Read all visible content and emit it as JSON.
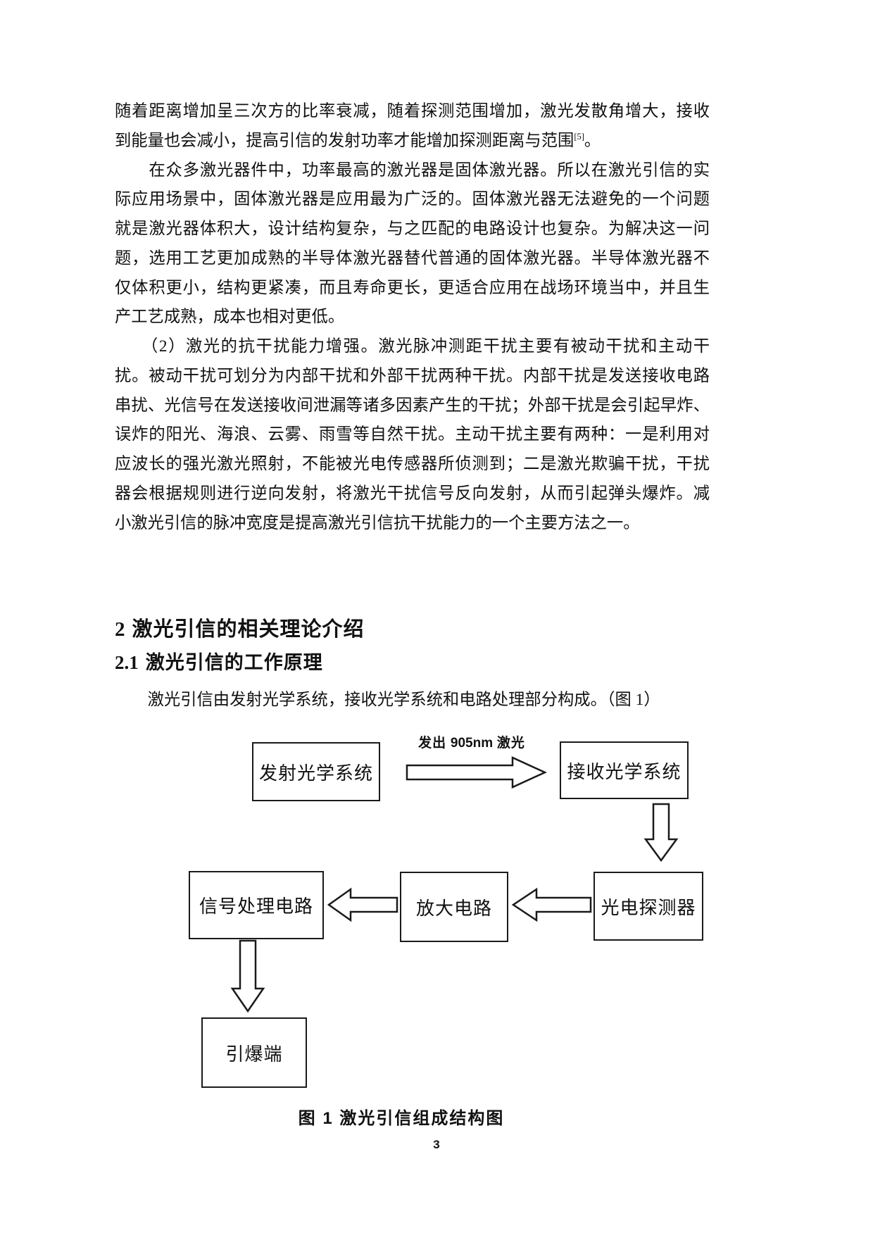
{
  "document": {
    "body": {
      "para1": {
        "line1": "随着距离增加呈三次方的比率衰减，随着探测范围增加，激光发散角增大，接收",
        "line2_before": "到能量也会减小，提高引信的发射功率才能增加探测距离与范围",
        "citation": "[5]",
        "line2_after": "。"
      },
      "para2": {
        "lines": [
          "　　在众多激光器件中，功率最高的激光器是固体激光器。所以在激光引信的实",
          "际应用场景中，固体激光器是应用最为广泛的。固体激光器无法避免的一个问题",
          "就是激光器体积大，设计结构复杂，与之匹配的电路设计也复杂。为解决这一问",
          "题，选用工艺更加成熟的半导体激光器替代普通的固体激光器。半导体激光器不",
          "仅体积更小，结构更紧凑，而且寿命更长，更适合应用在战场环境当中，并且生",
          "产工艺成熟，成本也相对更低。"
        ]
      },
      "para3": {
        "lines": [
          "　　（2）激光的抗干扰能力增强。激光脉冲测距干扰主要有被动干扰和主动干",
          "扰。被动干扰可划分为内部干扰和外部干扰两种干扰。内部干扰是发送接收电路",
          "串扰、光信号在发送接收间泄漏等诸多因素产生的干扰；外部干扰是会引起早炸、",
          "误炸的阳光、海浪、云雾、雨雪等自然干扰。主动干扰主要有两种：一是利用对",
          "应波长的强光激光照射，不能被光电传感器所侦测到；二是激光欺骗干扰，干扰",
          "器会根据规则进行逆向发射，将激光干扰信号反向发射，从而引起弹头爆炸。减",
          "小激光引信的脉冲宽度是提高激光引信抗干扰能力的一个主要方法之一。"
        ]
      },
      "heading1": {
        "num": "2",
        "text": "激光引信的相关理论介绍"
      },
      "heading2": {
        "num": "2.1",
        "text": "激光引信的工作原理"
      },
      "para4": "　　激光引信由发射光学系统，接收光学系统和电路处理部分构成。（图 1）"
    },
    "figure": {
      "boxes": {
        "transmit": "发射光学系统",
        "receive": "接收光学系统",
        "detector": "光电探测器",
        "amplifier": "放大电路",
        "signal": "信号处理电路",
        "detonator": "引爆端"
      },
      "arrow_label": {
        "pre": "发出 ",
        "bold": "905nm",
        "post": " 激光"
      },
      "caption": "图 1 激光引信组成结构图"
    },
    "page_number": "3"
  }
}
